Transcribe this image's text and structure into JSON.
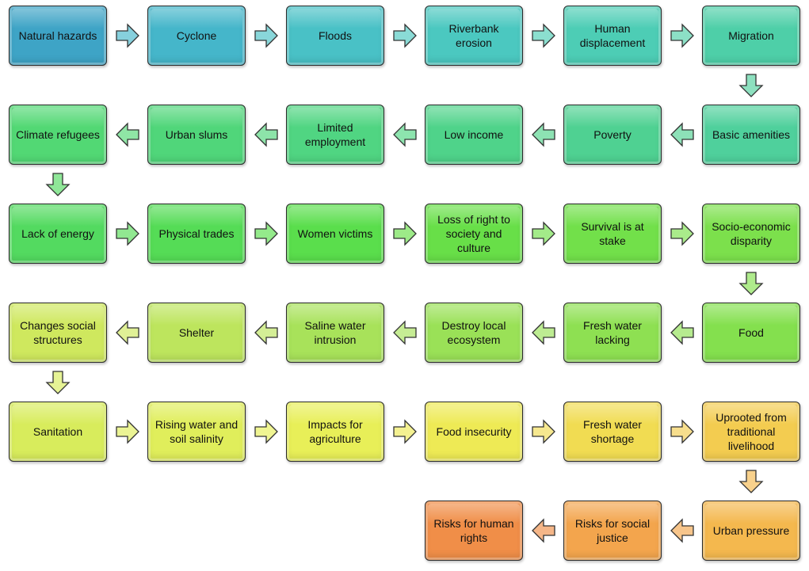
{
  "nodes": [
    {
      "label": "Natural hazards",
      "color": "#3ea4c6"
    },
    {
      "label": "Cyclone",
      "color": "#45b6ca"
    },
    {
      "label": "Floods",
      "color": "#49c1c6"
    },
    {
      "label": "Riverbank erosion",
      "color": "#4bc8c0"
    },
    {
      "label": "Human displacement",
      "color": "#4dcdb5"
    },
    {
      "label": "Migration",
      "color": "#4ecfa8"
    },
    {
      "label": "Basic amenities",
      "color": "#4fd09c"
    },
    {
      "label": "Poverty",
      "color": "#4fd192"
    },
    {
      "label": "Low income",
      "color": "#4fd38a"
    },
    {
      "label": "Limited employment",
      "color": "#50d582"
    },
    {
      "label": "Urban slums",
      "color": "#50d67a"
    },
    {
      "label": "Climate refugees",
      "color": "#52d874"
    },
    {
      "label": "Lack of energy",
      "color": "#53da60"
    },
    {
      "label": "Physical trades",
      "color": "#55dc56"
    },
    {
      "label": "Women victims",
      "color": "#5ade4c"
    },
    {
      "label": "Loss of right to society and culture",
      "color": "#68df48"
    },
    {
      "label": "Survival is at stake",
      "color": "#72e04a"
    },
    {
      "label": "Socio-economic disparity",
      "color": "#7ce04c"
    },
    {
      "label": "Food",
      "color": "#84e04e"
    },
    {
      "label": "Fresh water lacking",
      "color": "#8ee052"
    },
    {
      "label": "Destroy local ecosystem",
      "color": "#9ae157"
    },
    {
      "label": "Saline water intrusion",
      "color": "#a8e25a"
    },
    {
      "label": "Shelter",
      "color": "#bde55d"
    },
    {
      "label": "Changes social structures",
      "color": "#cfe85e"
    },
    {
      "label": "Sanitation",
      "color": "#d8ec5c"
    },
    {
      "label": "Rising water and soil salinity",
      "color": "#e0ee5b"
    },
    {
      "label": "Impacts for agriculture",
      "color": "#e8ef58"
    },
    {
      "label": "Food insecurity",
      "color": "#eeea55"
    },
    {
      "label": "Fresh water shortage",
      "color": "#f1dc52"
    },
    {
      "label": "Uprooted from traditional livelihood",
      "color": "#f3cc50"
    },
    {
      "label": "Urban pressure",
      "color": "#f4b84e"
    },
    {
      "label": "Risks for social justice",
      "color": "#f3a54d"
    },
    {
      "label": "Risks for human rights",
      "color": "#f08e48"
    }
  ]
}
